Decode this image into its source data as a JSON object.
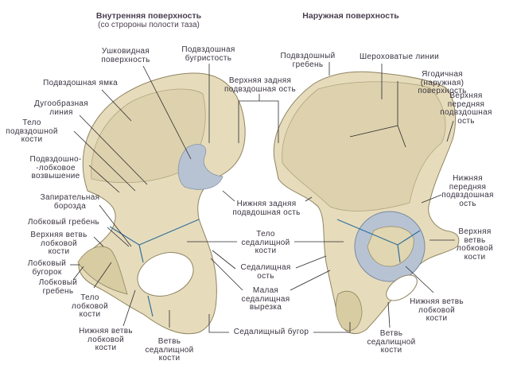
{
  "inner": {
    "title": "Внутренняя поверхность",
    "subtitle": "(со стророны полости таза)",
    "labels": {
      "auricular": "Ушковидная\nповерхность",
      "iliac_tuberosity": "Подвздошная\nбугристость",
      "post_sup_spine": "Верхняя задняя\nподвздошная ость",
      "iliac_fossa": "Подвздошная ямка",
      "arcuate_line": "Дугообразная\nлиния",
      "ilium_body": "Тело\nподвздошной\nкости",
      "iliopubic_eminence": "Подвздошно-\n-лобковое\nвозвышение",
      "post_inf_spine": "Нижняя задняя\nподвдошная ость",
      "obturator_groove": "Запирательная\nборозда",
      "pubic_crest_1": "Лобковый гребень",
      "sup_pubic_ramus": "Верхняя ветвь\nлобковой\nкости",
      "pubic_tubercle": "Лобковый\nбугорок",
      "pubic_crest_2": "Лобковый\nгребень",
      "pubis_body": "Тело\nлобковой\nкости",
      "inf_pubic_ramus": "Нижняя ветвь\nлобковой\nкости",
      "ischial_ramus": "Ветвь\nседалищной\nкости"
    }
  },
  "shared": {
    "ischium_body": "Тело\nседалищной\nкости",
    "ischial_spine": "Седалищная\nость",
    "lesser_notch": "Малая\nседалищная\nвырезка",
    "ischial_tuberosity": "Седалищный бугор"
  },
  "outer": {
    "title": "Наружная поверхность",
    "labels": {
      "iliac_crest": "Подвздошный\nгребень",
      "rough_lines": "Шероховатые линии",
      "gluteal_surface": "Ягодичная (наружная)\nповерхность",
      "ant_sup_spine": "Верхняя\nпередняя\nподвздошная\nость",
      "ant_inf_spine": "Нижняя\nпередняя\nподвздошная\nость",
      "sup_pubic_ramus": "Верхняя\nветвь\nлобковой\nкости",
      "inf_pubic_ramus": "Нижняя ветвь\nлобковой\nкости",
      "ischial_ramus": "Ветвь\nседалищной\nкости"
    }
  },
  "colors": {
    "bone": "#e6dcbc",
    "bone_shadow": "#c9bc92",
    "cartilage": "#b7c3d3",
    "suture": "#2f6f9a",
    "text": "#3a3340"
  }
}
